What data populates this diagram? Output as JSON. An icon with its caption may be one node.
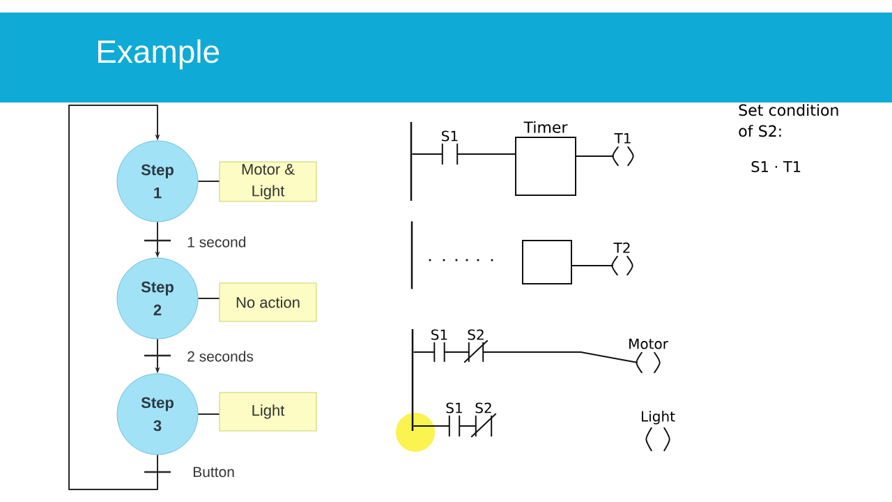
{
  "diagram": {
    "title": "Example",
    "nodes": [
      {
        "text": [
          "Step 1"
        ]
      },
      {
        "text": [
          "Motor & Light"
        ]
      },
      {
        "text": [
          "Step 2"
        ]
      },
      {
        "text": [
          "No action"
        ]
      },
      {
        "text": [
          "Step 3"
        ]
      },
      {
        "text": [
          "Light"
        ]
      },
      {
        "text": [],
        "shape": "bar"
      },
      {
        "text": [
          "S1"
        ]
      },
      {
        "text": [
          "Timer"
        ]
      },
      {
        "text": [
          "T1"
        ]
      },
      {
        "text": [],
        "shape": "bar"
      },
      {
        "text": [],
        "shape": "box"
      },
      {
        "text": [
          "T2"
        ]
      },
      {
        "text": [],
        "shape": "bar"
      },
      {
        "text": [
          "S1"
        ]
      },
      {
        "text": [
          "S2"
        ]
      },
      {
        "text": [
          "Motor"
        ]
      },
      {
        "text": [
          "S1"
        ]
      },
      {
        "text": [
          "S2"
        ]
      },
      {
        "text": [
          "Light"
        ]
      }
    ],
    "edges": [
      {
        "from": 0,
        "to": 1,
        "arrow": "none"
      },
      {
        "from": 0,
        "to": 2,
        "arrow": "to",
        "label": "1 second"
      },
      {
        "from": 2,
        "to": 3,
        "arrow": "none"
      },
      {
        "from": 2,
        "to": 4,
        "arrow": "to",
        "label": "2 seconds"
      },
      {
        "from": 4,
        "to": 5,
        "arrow": "none"
      },
      {
        "from": 4,
        "to": 0,
        "arrow": "to",
        "label": "Button"
      },
      {
        "from": 6,
        "to": 7,
        "arrow": "none"
      },
      {
        "from": 7,
        "to": 8,
        "arrow": "none"
      },
      {
        "from": 8,
        "to": 9,
        "arrow": "none"
      },
      {
        "from": 11,
        "to": 12,
        "arrow": "none"
      },
      {
        "from": 13,
        "to": 14,
        "arrow": "none"
      },
      {
        "from": 14,
        "to": 15,
        "arrow": "none"
      },
      {
        "from": 15,
        "to": 16,
        "arrow": "none"
      },
      {
        "from": 13,
        "to": 17,
        "arrow": "none"
      },
      {
        "from": 17,
        "to": 18,
        "arrow": "none"
      }
    ],
    "labels": [
      "Set condition of S2:",
      "S1 · T1"
    ]
  }
}
